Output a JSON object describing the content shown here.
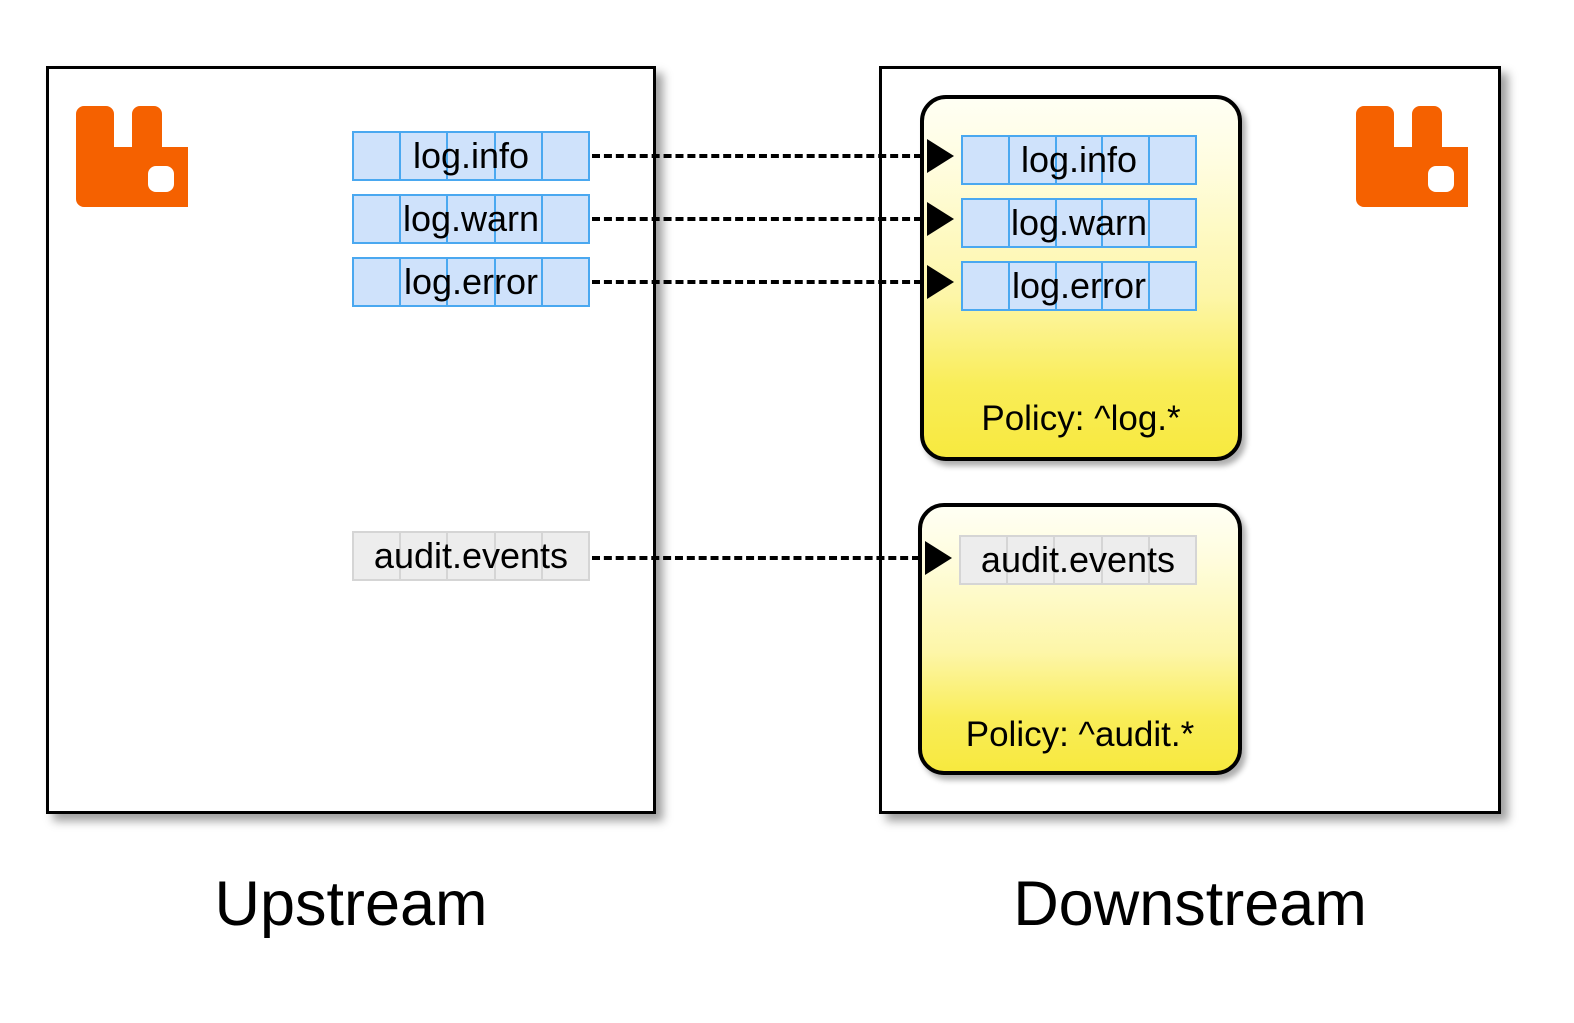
{
  "diagram": {
    "title": "RabbitMQ federation / policy routing diagram",
    "colors": {
      "rabbit_orange": "#f56100",
      "queue_blue_fill": "#cfe2fb",
      "queue_blue_border": "#4aa8f0",
      "queue_grey_fill": "#ededed",
      "queue_grey_border": "#d5d5d5",
      "policy_yellow": "#f7e93f",
      "policy_top": "#fffff4",
      "line_black": "#000000",
      "background": "#ffffff"
    }
  },
  "upstream": {
    "caption": "Upstream",
    "logo_name": "rabbitmq-logo",
    "queues": [
      {
        "name": "log.info",
        "style": "blue",
        "cells": 5
      },
      {
        "name": "log.warn",
        "style": "blue",
        "cells": 5
      },
      {
        "name": "log.error",
        "style": "blue",
        "cells": 5
      },
      {
        "name": "audit.events",
        "style": "grey",
        "cells": 5
      }
    ]
  },
  "downstream": {
    "caption": "Downstream",
    "logo_name": "rabbitmq-logo",
    "policies": [
      {
        "label": "Policy: ^log.*",
        "pattern": "^log.*",
        "queues": [
          {
            "name": "log.info",
            "style": "blue",
            "cells": 5
          },
          {
            "name": "log.warn",
            "style": "blue",
            "cells": 5
          },
          {
            "name": "log.error",
            "style": "blue",
            "cells": 5
          }
        ]
      },
      {
        "label": "Policy: ^audit.*",
        "pattern": "^audit.*",
        "queues": [
          {
            "name": "audit.events",
            "style": "grey",
            "cells": 5
          }
        ]
      }
    ]
  },
  "connections": [
    {
      "from": "log.info",
      "to": "log.info",
      "style": "dashed-arrow"
    },
    {
      "from": "log.warn",
      "to": "log.warn",
      "style": "dashed-arrow"
    },
    {
      "from": "log.error",
      "to": "log.error",
      "style": "dashed-arrow"
    },
    {
      "from": "audit.events",
      "to": "audit.events",
      "style": "dashed-arrow"
    }
  ]
}
